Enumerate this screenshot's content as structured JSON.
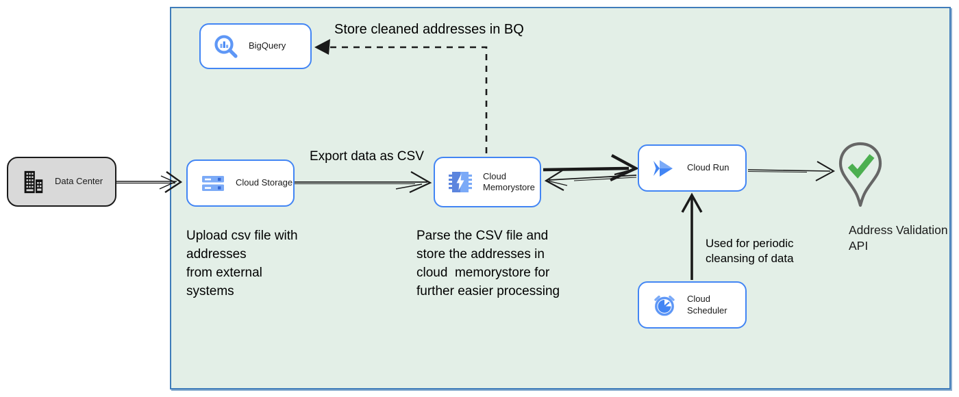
{
  "colors": {
    "container_fill": "#e3efe7",
    "container_border": "#3f7cba",
    "node_border": "#4285f4",
    "node_fill": "#ffffff",
    "data_center_fill": "#d9d9d9",
    "data_center_border": "#1a1a1a",
    "arrow": "#1a1a1a",
    "icon_blue": "#4285f4",
    "icon_blue_light": "#7baaf7",
    "icon_blue_dark": "#3367d6",
    "pin_outline": "#666666",
    "check_green": "#4caf50",
    "text": "#000000"
  },
  "nodes": {
    "data_center": {
      "label": "Data Center",
      "icon": "building-icon"
    },
    "bigquery": {
      "label": "BigQuery",
      "icon": "bigquery-magnifier-chart-icon"
    },
    "cloud_storage": {
      "label": "Cloud Storage",
      "icon": "cloud-storage-buckets-icon"
    },
    "cloud_memorystore": {
      "label": "Cloud Memorystore",
      "icon": "memorystore-chip-lightning-icon"
    },
    "cloud_run": {
      "label": "Cloud Run",
      "icon": "cloud-run-arrow-icon"
    },
    "cloud_scheduler": {
      "label": "Cloud Scheduler",
      "icon": "cloud-scheduler-clock-icon"
    },
    "address_validation_api": {
      "label": "Address Validation API",
      "icon": "location-pin-check-icon"
    }
  },
  "edge_labels": {
    "store_cleaned_addresses": "Store cleaned addresses in BQ",
    "export_data_csv": "Export data as CSV",
    "periodic_cleansing": "Used for periodic\ncleansing of data"
  },
  "annotations": {
    "upload_note": "Upload csv file with\naddresses\nfrom external\nsystems",
    "parse_note": "Parse the CSV file and\nstore the addresses in\ncloud  memorystore for\nfurther easier processing"
  }
}
